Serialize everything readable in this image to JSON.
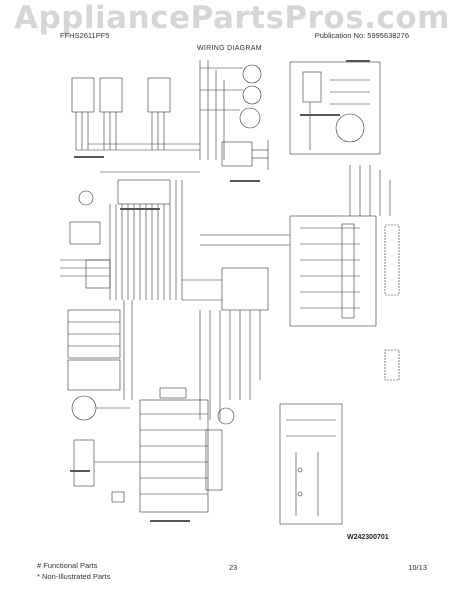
{
  "watermark": "AppliancePartsPros.com",
  "header": {
    "model": "FFHS2611PF5",
    "publication": "Publication No:  5995638276"
  },
  "title": "WIRING DIAGRAM",
  "diagram_code": "W242300701",
  "footer": {
    "functional": "# Functional Parts",
    "non_illustrated": "* Non-Illustrated Parts",
    "page": "23",
    "date": "10/13"
  }
}
